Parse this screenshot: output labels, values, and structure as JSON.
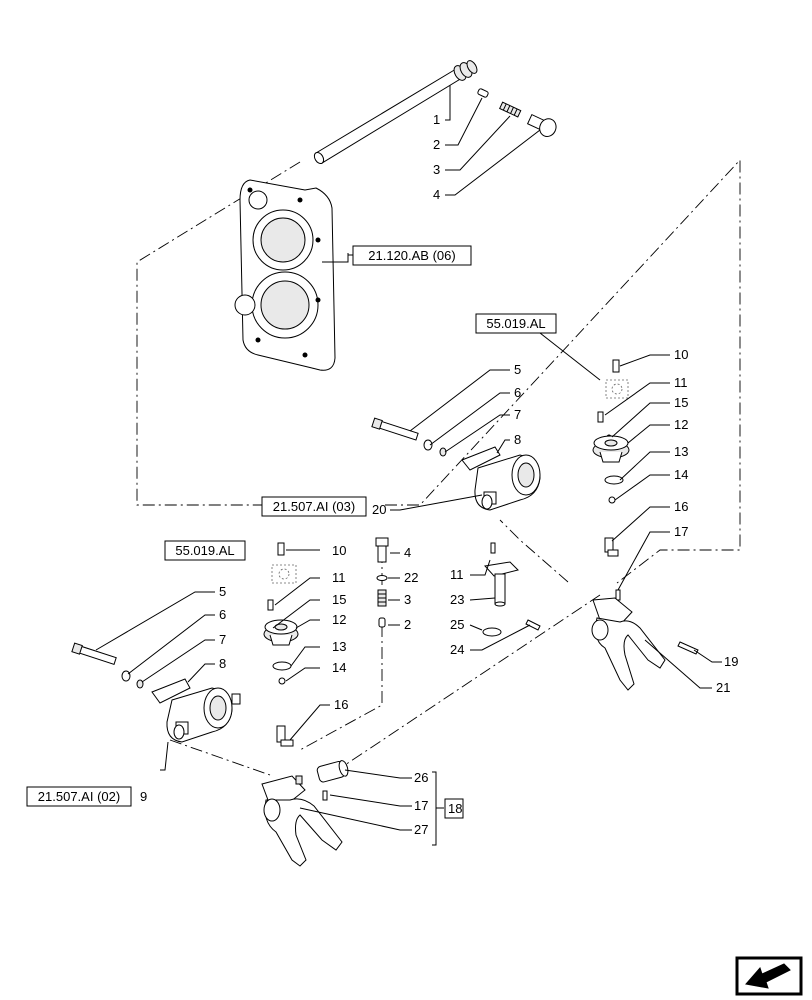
{
  "callouts": {
    "c1": "1",
    "c2": "2",
    "c3": "3",
    "c4": "4",
    "r10": "10",
    "r11": "11",
    "r15": "15",
    "r12": "12",
    "r13": "13",
    "r14": "14",
    "r16": "16",
    "r17": "17",
    "m5": "5",
    "m6": "6",
    "m7": "7",
    "m8": "8",
    "m20": "20",
    "l10": "10",
    "l4": "4",
    "l22": "22",
    "l3": "3",
    "l2": "2",
    "l11a": "11",
    "l15": "15",
    "l12": "12",
    "l13": "13",
    "l14": "14",
    "l16": "16",
    "c11b": "11",
    "c23": "23",
    "c25": "25",
    "c24": "24",
    "b5": "5",
    "b6": "6",
    "b7": "7",
    "b8": "8",
    "b9": "9",
    "r19": "19",
    "r21": "21",
    "k26": "26",
    "k17": "17",
    "k27": "27",
    "k18": "18"
  },
  "references": {
    "ref_housing": "21.120.AB (06)",
    "ref_55_right": "55.019.AL",
    "ref_21_507_03": "21.507.AI (03)",
    "ref_55_left": "55.019.AL",
    "ref_21_507_02": "21.507.AI (02)"
  },
  "nav_icon": "arrow-out-icon"
}
